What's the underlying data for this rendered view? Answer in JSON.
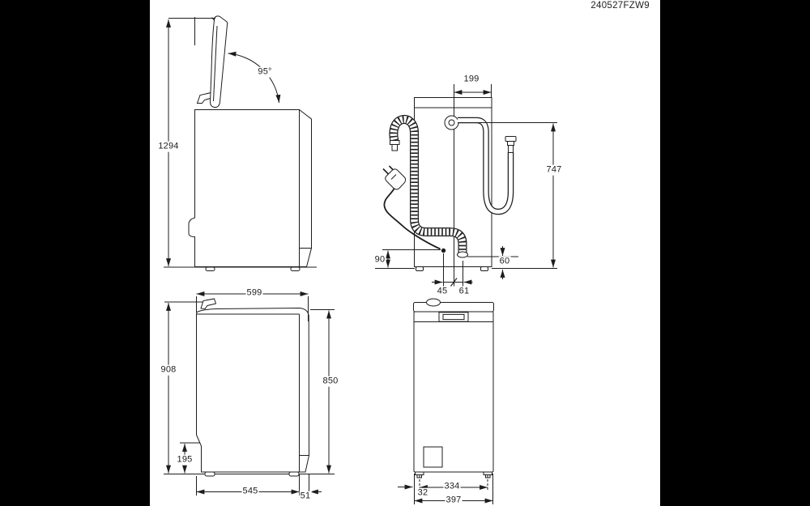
{
  "title_code": "240527FZW9",
  "drawing": {
    "views": [
      "side view with lid open",
      "rear view with hoses",
      "side view closed",
      "front view"
    ]
  },
  "labels": {
    "h1294": "1294",
    "angle95": "95°",
    "w199": "199",
    "h747": "747",
    "h90": "90",
    "h60": "60",
    "w45": "45",
    "w61": "61",
    "w599": "599",
    "h908": "908",
    "h850": "850",
    "h195": "195",
    "w545": "545",
    "w51": "51",
    "w334": "334",
    "w32": "32",
    "w397": "397"
  },
  "colors": {
    "background": "#000000",
    "paper": "#ffffff",
    "line": "#1d1d1d"
  }
}
